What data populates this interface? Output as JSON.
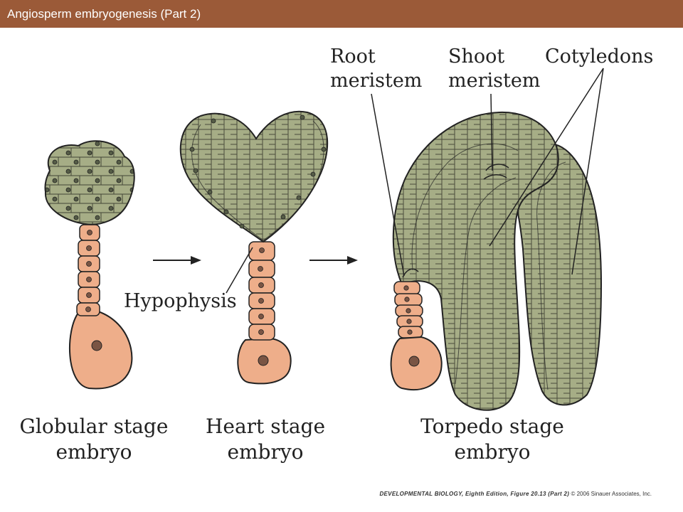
{
  "header": {
    "title": "Angiosperm embryogenesis (Part 2)"
  },
  "labels": {
    "root_meristem_l1": "Root",
    "root_meristem_l2": "meristem",
    "shoot_meristem_l1": "Shoot",
    "shoot_meristem_l2": "meristem",
    "cotyledons": "Cotyledons",
    "hypophysis": "Hypophysis",
    "globular_l1": "Globular stage",
    "globular_l2": "embryo",
    "heart_l1": "Heart stage",
    "heart_l2": "embryo",
    "torpedo_l1": "Torpedo stage",
    "torpedo_l2": "embryo"
  },
  "credit": {
    "book": "DEVELOPMENTAL BIOLOGY, Eighth Edition, Figure 20.13 (Part 2)",
    "copyright": "© 2006 Sinauer Associates, Inc."
  },
  "colors": {
    "tissue_green": "#a6ad86",
    "suspensor_peach": "#eeae8a",
    "outline": "#222222",
    "header_bar": "#9b5a38"
  }
}
